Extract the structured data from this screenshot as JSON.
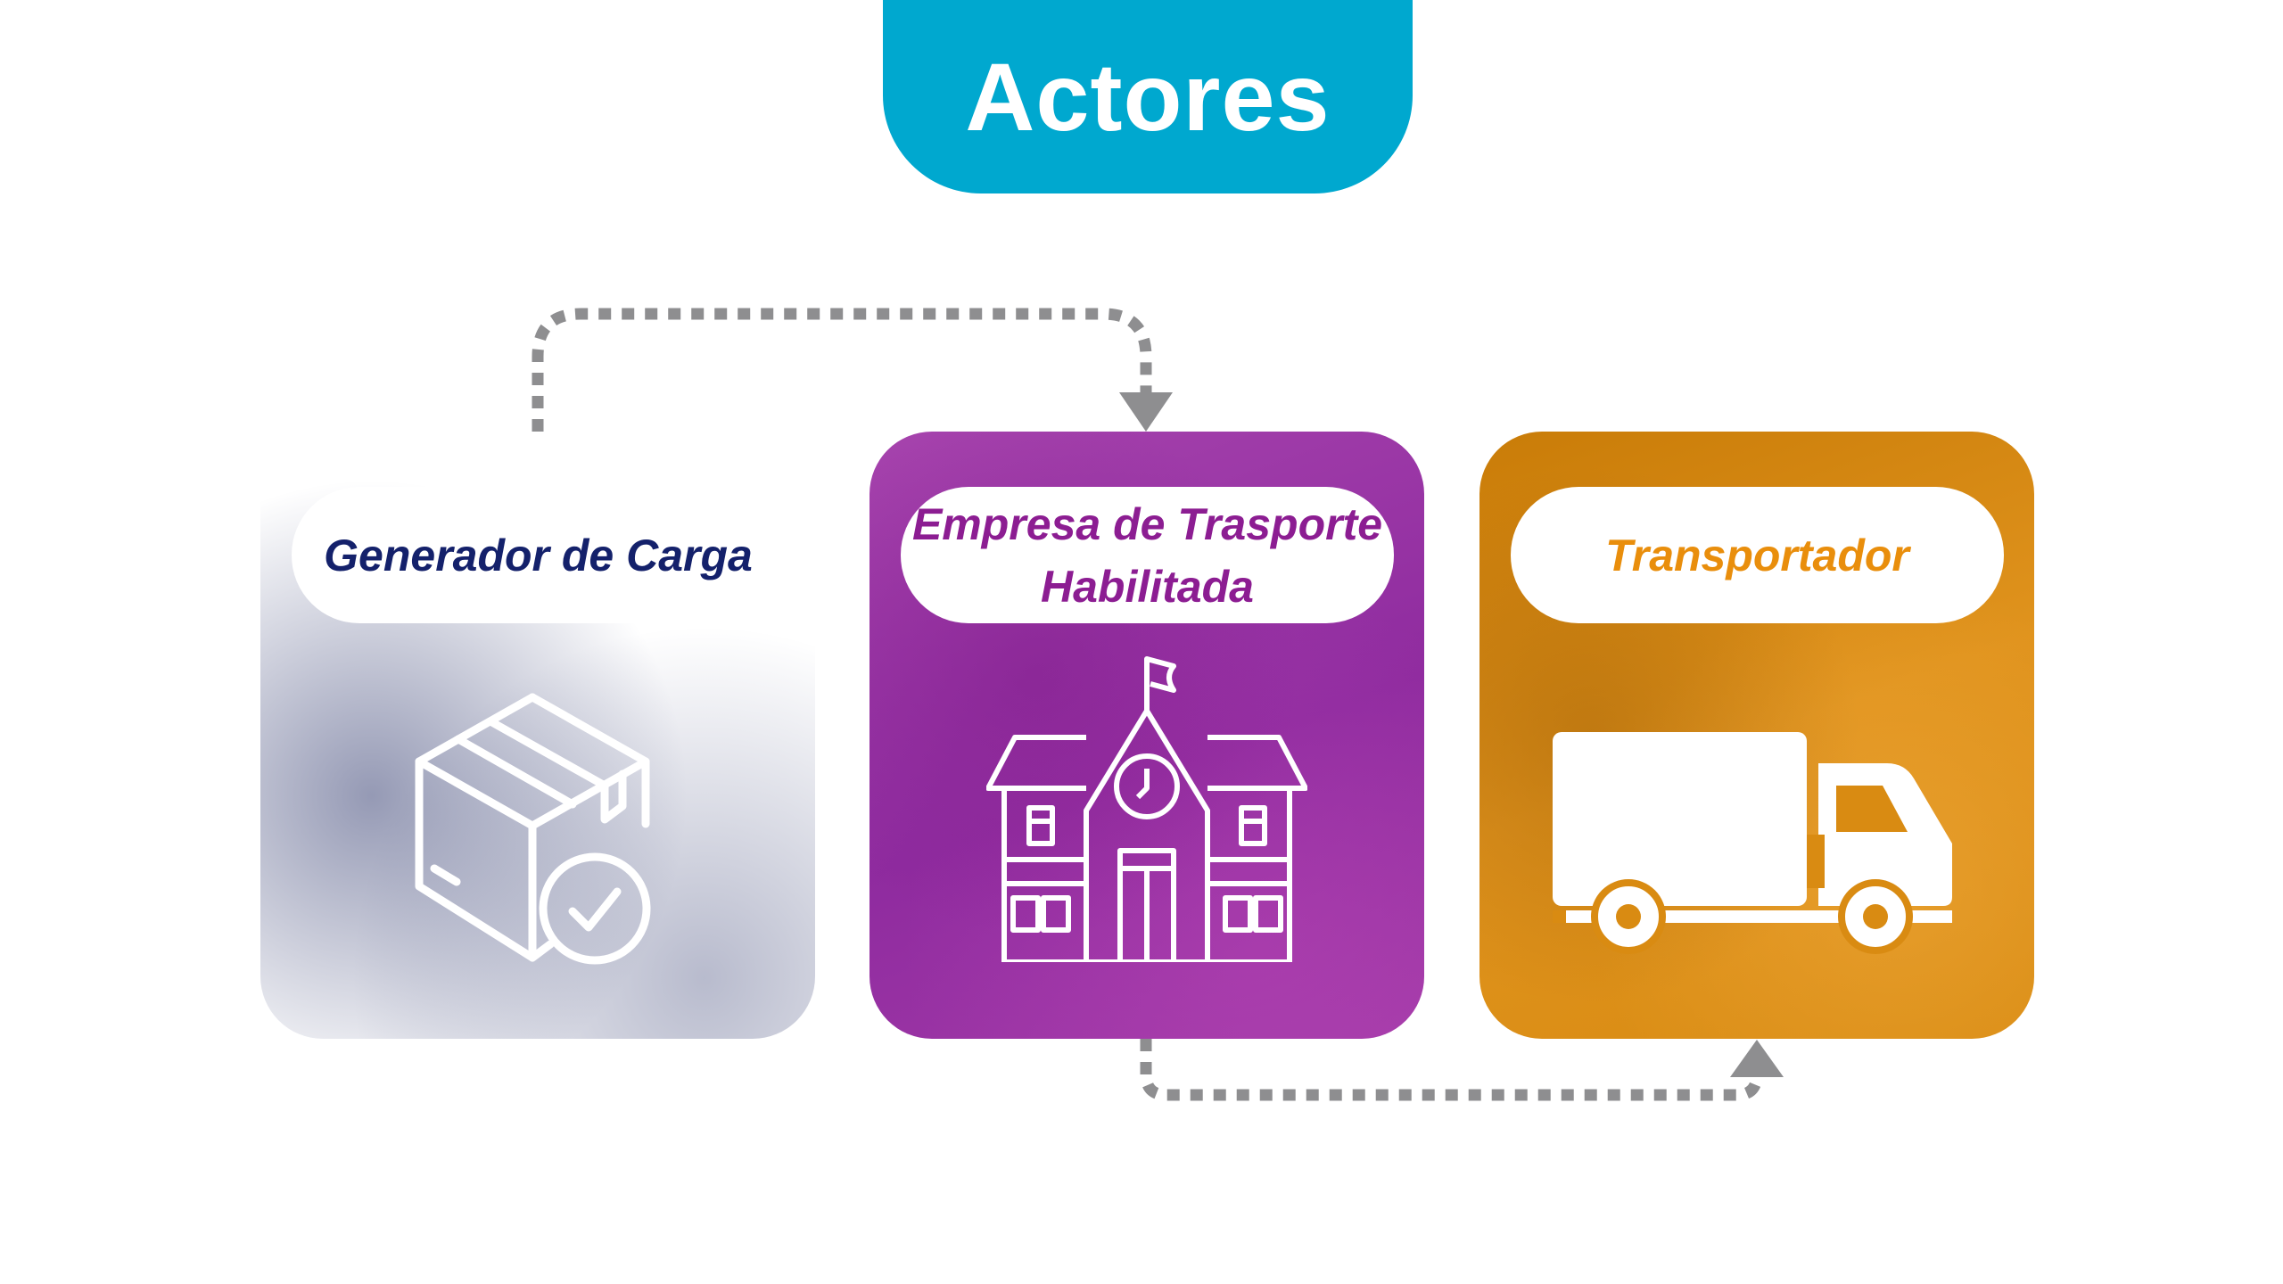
{
  "header": {
    "title": "Actores"
  },
  "actors": [
    {
      "label_lines": [
        "Generador de Carga"
      ],
      "icon": "package-check-icon",
      "color": "#2f3f8e",
      "text_color": "#14216b"
    },
    {
      "label_lines": [
        "Empresa de Trasporte",
        "Habilitada"
      ],
      "icon": "building-flag-clock-icon",
      "color": "#9a35a6",
      "text_color": "#8c1d92"
    },
    {
      "label_lines": [
        "Transportador"
      ],
      "icon": "truck-icon",
      "color": "#d8890f",
      "text_color": "#e98e0c"
    }
  ],
  "colors": {
    "title_bg": "#00a8cf",
    "connector": "#8e8e90"
  }
}
